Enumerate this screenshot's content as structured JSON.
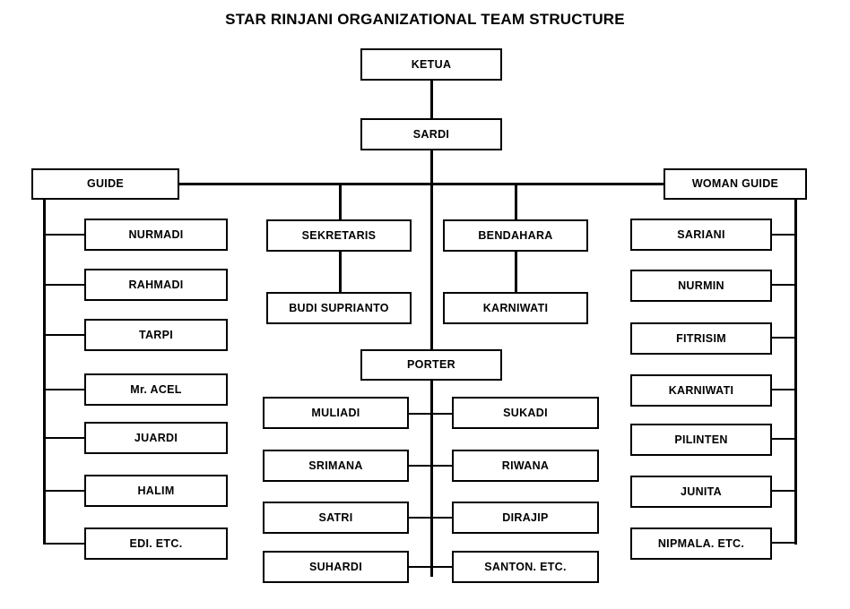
{
  "title": "STAR RINJANI ORGANIZATIONAL TEAM STRUCTURE",
  "nodes": {
    "ketua": "KETUA",
    "sardi": "SARDI",
    "guide": "GUIDE",
    "woman_guide": "WOMAN GUIDE",
    "sekretaris": "SEKRETARIS",
    "budi_suprianto": "BUDI SUPRIANTO",
    "bendahara": "BENDAHARA",
    "karniwati_bendahara": "KARNIWATI",
    "porter": "PORTER"
  },
  "guide_members": [
    "NURMADI",
    "RAHMADI",
    "TARPI",
    "Mr. ACEL",
    "JUARDI",
    "HALIM",
    "EDI. ETC."
  ],
  "woman_guide_members": [
    "SARIANI",
    "NURMIN",
    "FITRISIM",
    "KARNIWATI",
    "PILINTEN",
    "JUNITA",
    "NIPMALA. ETC."
  ],
  "porter_members_left": [
    "MULIADI",
    "SRIMANA",
    "SATRI",
    "SUHARDI"
  ],
  "porter_members_right": [
    "SUKADI",
    "RIWANA",
    "DIRAJIP",
    "SANTON. ETC."
  ],
  "colors": {
    "line": "#000000",
    "box_border": "#000000",
    "box_fill": "#ffffff",
    "text": "#000000",
    "background": "#ffffff"
  }
}
